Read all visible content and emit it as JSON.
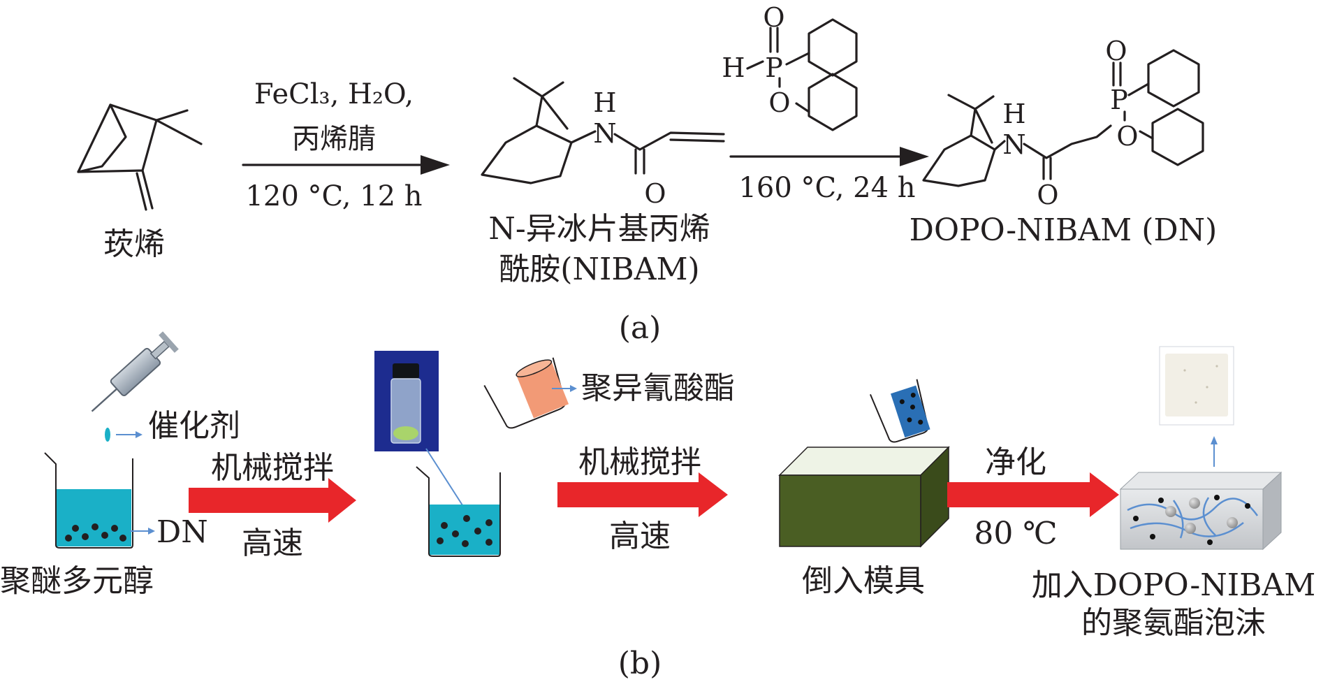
{
  "panel_a": {
    "camphene_label": "莰烯",
    "step1_reagents_line1": "FeCl₃, H₂O,",
    "step1_reagents_line2": "丙烯腈",
    "step1_conditions": "120 °C, 12 h",
    "nibam_label_line1": "N-异冰片基丙烯",
    "nibam_label_line2": "酰胺(NIBAM)",
    "step2_conditions": "160 °C, 24 h",
    "dn_label": "DOPO-NIBAM (DN)",
    "panel_label": "(a)",
    "atoms": {
      "H": "H",
      "N": "N",
      "O": "O",
      "P": "P"
    }
  },
  "panel_b": {
    "catalyst_label": "催化剂",
    "dn_marker": "DN",
    "polyol_label": "聚醚多元醇",
    "stir1_top": "机械搅拌",
    "stir1_bottom": "高速",
    "isocyanate_label": "聚异氰酸酯",
    "stir2_top": "机械搅拌",
    "stir2_bottom": "高速",
    "mold_label": "倒入模具",
    "cure_top": "净化",
    "cure_bottom": "80 ℃",
    "foam_label_line1": "加入DOPO-NIBAM",
    "foam_label_line2": "的聚氨酯泡沫",
    "panel_label": "(b)"
  },
  "colors": {
    "ink": "#231f20",
    "arrow_red": "#e8262a",
    "liquid_cyan": "#1ab0c7",
    "mold_green": "#4a5e23",
    "isocyanate_orange": "#f29a76",
    "vial_backdrop": "#1d2c8f",
    "foam_block": "#d4d6d9",
    "foam_sample": "#f2efe6",
    "pointer_blue": "#5b8fd0"
  }
}
